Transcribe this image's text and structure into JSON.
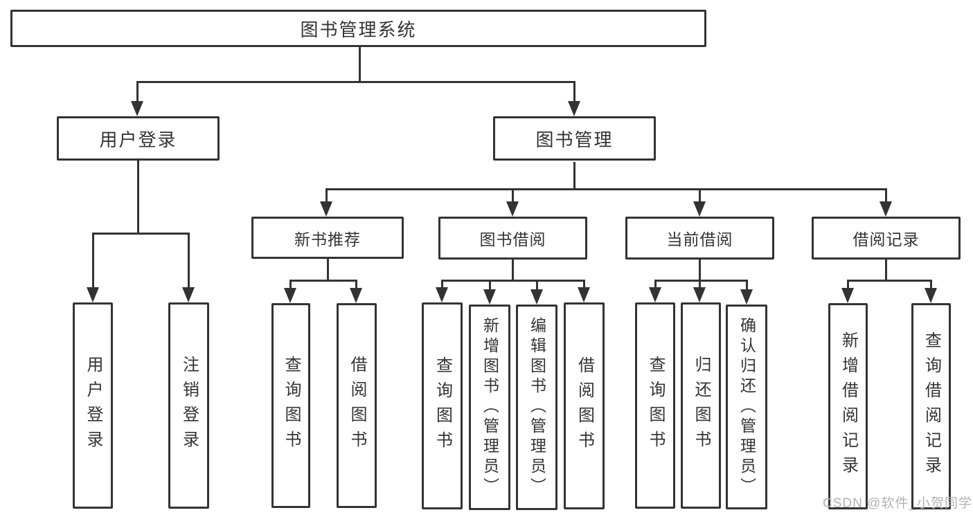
{
  "tree": {
    "root": {
      "label": "图书管理系统"
    },
    "l2": [
      {
        "label": "用户登录"
      },
      {
        "label": "图书管理"
      }
    ],
    "l3": [
      {
        "label": "新书推荐"
      },
      {
        "label": "图书借阅"
      },
      {
        "label": "当前借阅"
      },
      {
        "label": "借阅记录"
      }
    ],
    "leaves": {
      "userLogin": [
        {
          "label": "用户登录"
        },
        {
          "label": "注销登录"
        }
      ],
      "newBookRec": [
        {
          "label": "查询图书"
        },
        {
          "label": "借阅图书"
        }
      ],
      "bookBorrow": [
        {
          "label": "查询图书"
        },
        {
          "label": "新增图书（管理员）"
        },
        {
          "label": "编辑图书（管理员）"
        },
        {
          "label": "借阅图书"
        }
      ],
      "currentBorrow": [
        {
          "label": "查询图书"
        },
        {
          "label": "归还图书"
        },
        {
          "label": "确认归还（管理员）"
        }
      ],
      "borrowRecords": [
        {
          "label": "新增借阅记录"
        },
        {
          "label": "查询借阅记录"
        }
      ]
    }
  },
  "watermark": "CSDN @软件_小贺同学",
  "colors": {
    "line": "#333333",
    "text": "#333333",
    "background": "#ffffff",
    "watermark": "#b2b2b2"
  }
}
